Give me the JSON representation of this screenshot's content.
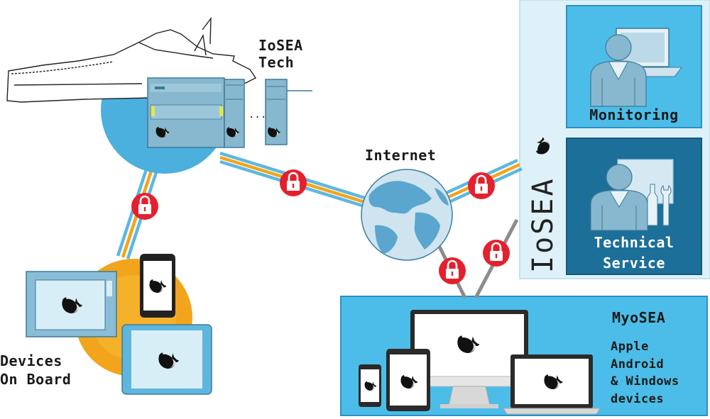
{
  "labels": {
    "iosea_tech": "IoSEA\nTech",
    "internet": "Internet",
    "devices_on_board": "Devices\nOn Board",
    "myosea": "MyoSEA",
    "platforms": "Apple\nAndroid\n& Windows\ndevices",
    "monitoring": "Monitoring",
    "technical_service": "Technical\nService",
    "brand_vertical": "IoSEA"
  },
  "colors": {
    "light_blue": "#4bbde8",
    "panel_pale": "#dff1f8",
    "dark_teal": "#1c6f98",
    "orange": "#f2a41c",
    "lock_red": "#e5202e",
    "globe_ocean": "#cfe4ee",
    "globe_land": "#5aa6cf",
    "plc_blue": "#87b8cf"
  },
  "icons": [
    "ship-outline-icon",
    "plc-hardware-icon",
    "lock-icon",
    "globe-icon",
    "operator-icon",
    "service-technician-icon",
    "wrench-icon",
    "whale-logo-icon",
    "monitor-icon",
    "tablet-icon",
    "smartphone-icon",
    "laptop-icon"
  ]
}
